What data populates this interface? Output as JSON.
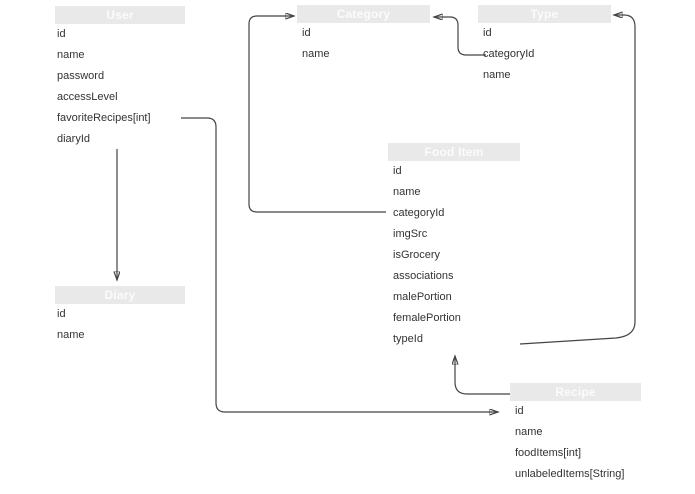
{
  "diagram_type": "entity-relationship",
  "entities": [
    {
      "name": "User",
      "fields": [
        "id",
        "name",
        "password",
        "accessLevel",
        "favoriteRecipes[int]",
        "diaryId"
      ]
    },
    {
      "name": "Category",
      "fields": [
        "id",
        "name"
      ]
    },
    {
      "name": "Type",
      "fields": [
        "id",
        "categoryId",
        "name"
      ]
    },
    {
      "name": "Food Item",
      "fields": [
        "id",
        "name",
        "categoryId",
        "imgSrc",
        "isGrocery",
        "associations",
        "malePortion",
        "femalePortion",
        "typeId"
      ]
    },
    {
      "name": "Diary",
      "fields": [
        "id",
        "name"
      ]
    },
    {
      "name": "Recipe",
      "fields": [
        "id",
        "name",
        "foodItems[int]",
        "unlabeledItems[String]"
      ]
    }
  ],
  "relationships": [
    {
      "from": "User.favoriteRecipes[int]",
      "to": "Recipe.id"
    },
    {
      "from": "User.diaryId",
      "to": "Diary"
    },
    {
      "from": "Food Item.categoryId",
      "to": "Category"
    },
    {
      "from": "Type.categoryId",
      "to": "Category"
    },
    {
      "from": "Food Item.typeId",
      "to": "Type"
    },
    {
      "from": "Recipe",
      "to": "Food Item.typeId"
    }
  ],
  "colors": {
    "header_bg": "#e9e9e9",
    "header_text": "#fbfbfb",
    "field_text": "#333333",
    "line": "#444444",
    "background": "#ffffff"
  }
}
